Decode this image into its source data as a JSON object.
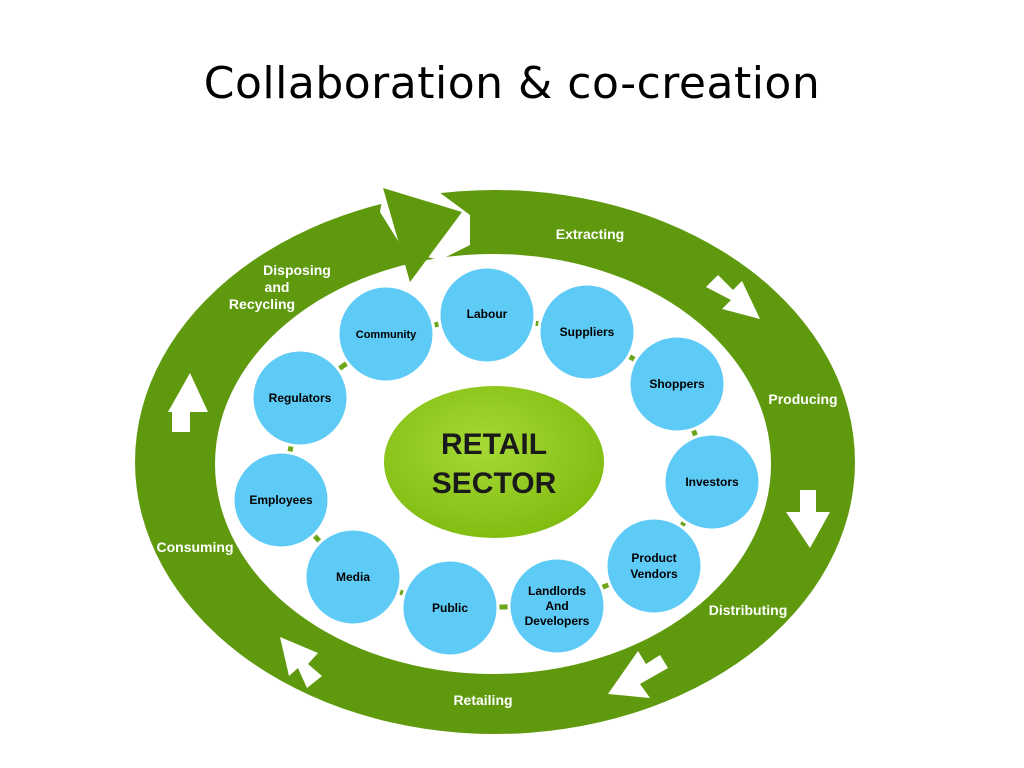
{
  "title": "Collaboration & co-creation",
  "center": {
    "line1": "RETAIL",
    "line2": "SECTOR"
  },
  "stages": {
    "extracting": "Extracting",
    "producing": "Producing",
    "distributing": "Distributing",
    "retailing": "Retailing",
    "consuming": "Consuming",
    "disposing_line1": "Disposing",
    "disposing_line2": "and",
    "disposing_line3": "Recycling"
  },
  "stakeholders": {
    "labour": "Labour",
    "suppliers": "Suppliers",
    "shoppers": "Shoppers",
    "investors": "Investors",
    "product_vendors_line1": "Product",
    "product_vendors_line2": "Vendors",
    "landlords_line1": "Landlords",
    "landlords_line2": "And",
    "landlords_line3": "Developers",
    "public": "Public",
    "media": "Media",
    "employees": "Employees",
    "regulators": "Regulators",
    "community": "Community"
  },
  "colors": {
    "ring": "#5f9a0e",
    "ring_inner": "#ffffff",
    "node_fill": "#5ecbf7",
    "node_border": "#ffffff",
    "connector": "#6aa617",
    "center_fill": "#8dc81e"
  }
}
